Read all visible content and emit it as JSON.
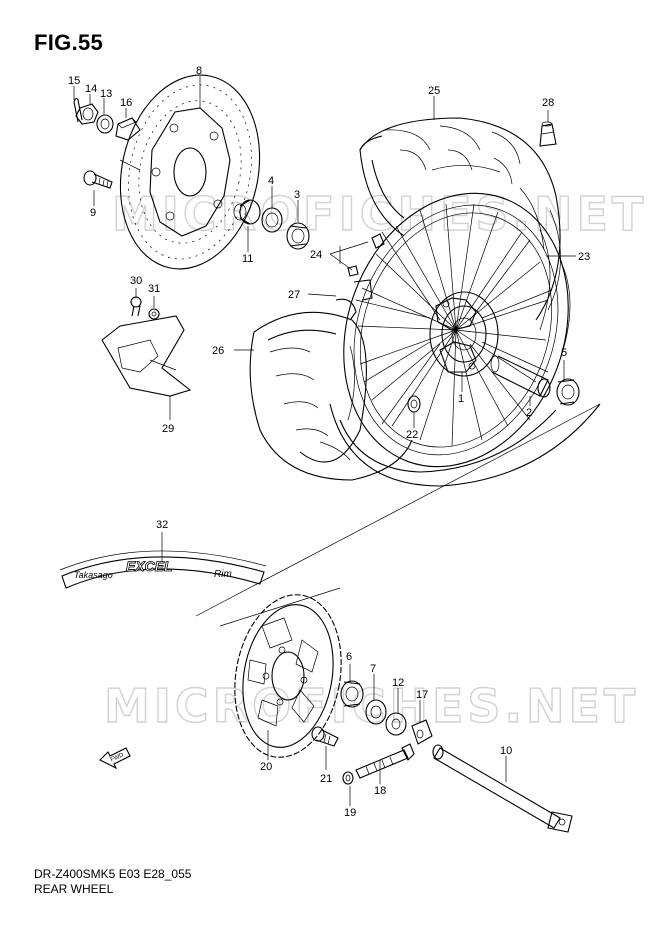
{
  "figure": {
    "title": "FIG.55",
    "model_code": "DR-Z400SMK5 E03 E28_055",
    "section_name": "REAR WHEEL"
  },
  "watermark": {
    "text": "MICROFICHES.NET"
  },
  "rim_decal": {
    "brand": "Takasago",
    "main": "EXCEL",
    "suffix": "Rim"
  },
  "front_badge": "FWD",
  "callouts": {
    "c1": "1",
    "c2": "2",
    "c3": "3",
    "c4": "4",
    "c5": "5",
    "c6": "6",
    "c7": "7",
    "c8": "8",
    "c9": "9",
    "c10": "10",
    "c11": "11",
    "c12": "12",
    "c13": "13",
    "c14": "14",
    "c15": "15",
    "c16": "16",
    "c17": "17",
    "c18": "18",
    "c19": "19",
    "c20": "20",
    "c21": "21",
    "c22": "22",
    "c23": "23",
    "c24": "24",
    "c25": "25",
    "c26": "26",
    "c27": "27",
    "c28": "28",
    "c29": "29",
    "c30": "30",
    "c31": "31",
    "c32": "32"
  }
}
